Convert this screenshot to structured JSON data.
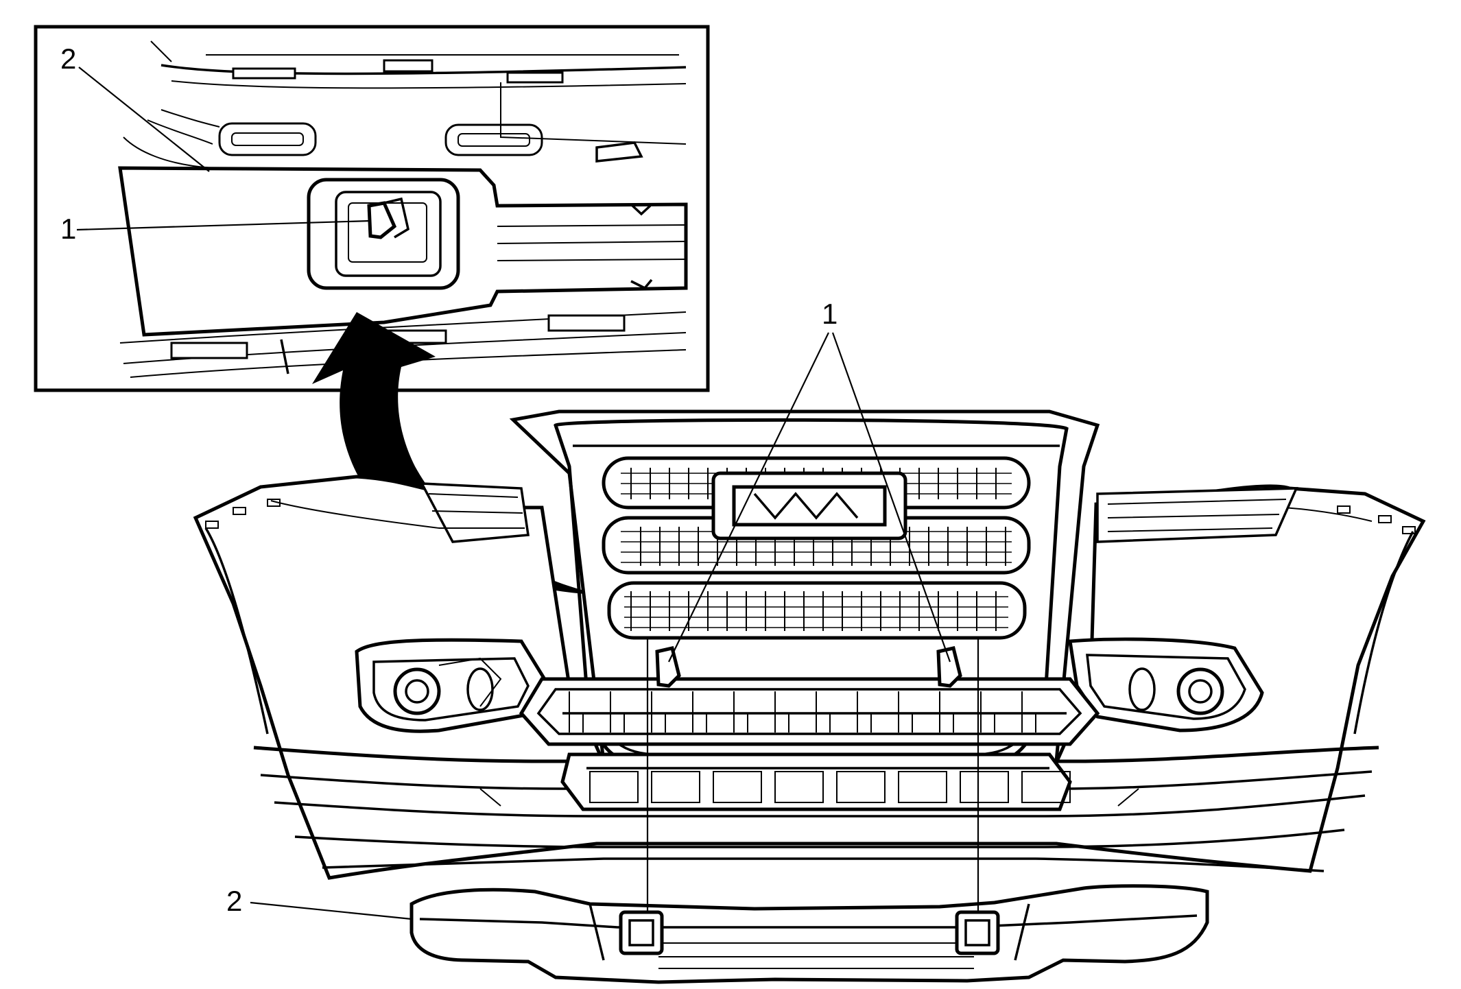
{
  "callouts": {
    "inset_bracket": "2",
    "inset_tab": "1",
    "main_tabs": "1",
    "main_bracket": "2"
  },
  "icons": {
    "arrow": "curved-arrow-icon"
  }
}
